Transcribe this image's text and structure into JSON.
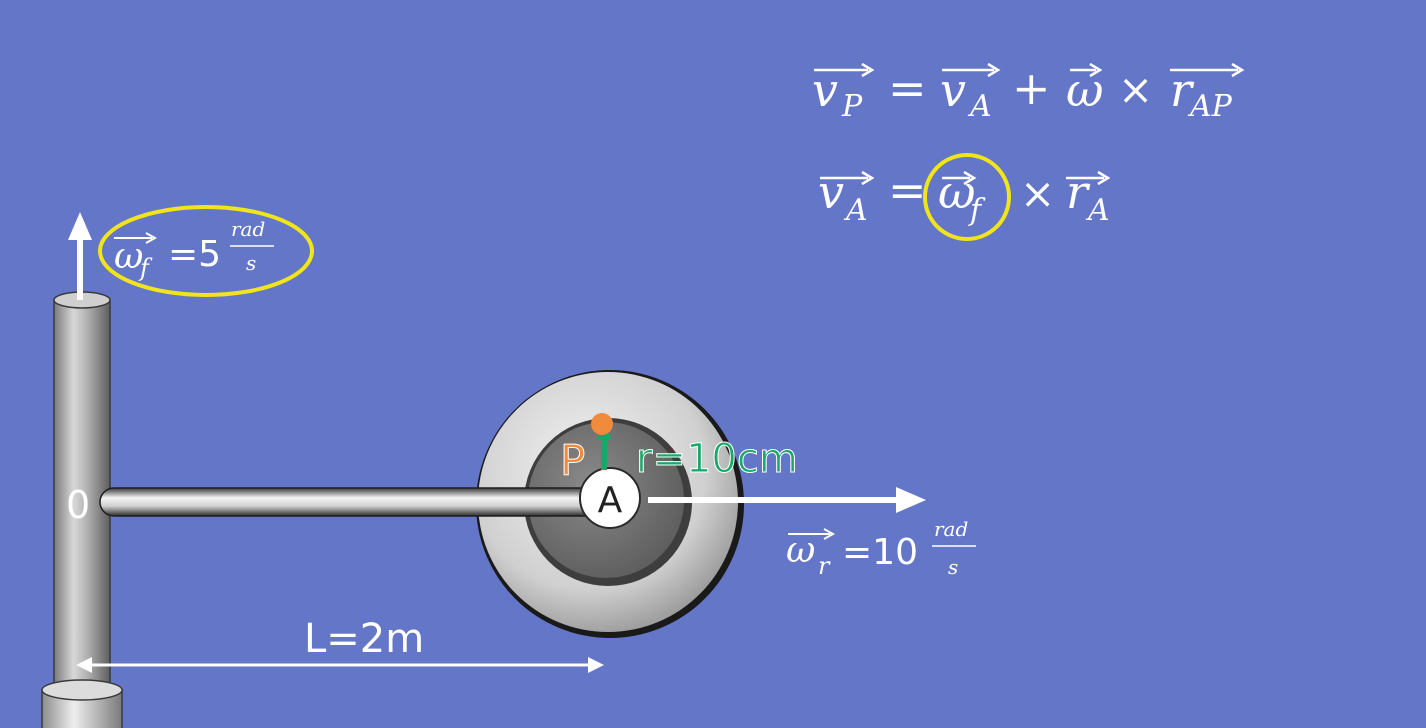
{
  "equations": {
    "line1": {
      "lhs_sym": "v",
      "lhs_sub": "P",
      "eq": "=",
      "t1_sym": "v",
      "t1_sub": "A",
      "plus": "+",
      "omega": "ω",
      "times": "×",
      "t2_sym": "r",
      "t2_sub": "AP"
    },
    "line2": {
      "lhs_sym": "v",
      "lhs_sub": "A",
      "eq": "=",
      "omega": "ω",
      "omega_sub": "f",
      "times": "×",
      "r_sym": "r",
      "r_sub": "A"
    }
  },
  "labels": {
    "omega_f": {
      "sym": "ω",
      "sub": "f",
      "eq": "=5",
      "num": "rad",
      "den": "s"
    },
    "omega_r": {
      "sym": "ω",
      "sub": "r",
      "eq": "=10",
      "num": "rad",
      "den": "s"
    },
    "origin": "0",
    "point_A": "A",
    "point_P": "P",
    "radius": "r=10cm",
    "length": "L=2m"
  },
  "colors": {
    "background": "#6476c8",
    "highlight": "#f2e41a",
    "point_p": "#f08a3c",
    "radius_vector": "#1aa86a",
    "text": "#ffffff"
  }
}
